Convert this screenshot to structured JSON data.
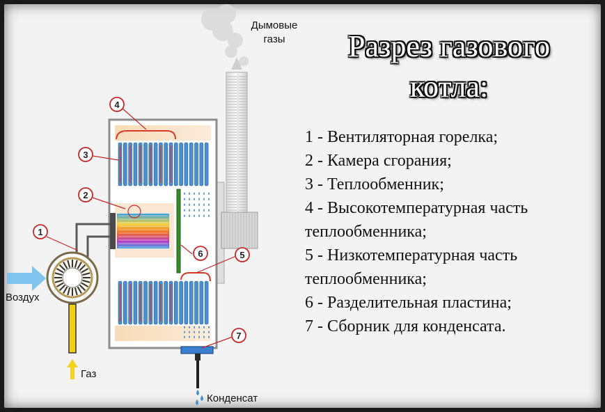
{
  "title": "Разрез газового котла:",
  "labels": {
    "smoke": "Дымовые газы",
    "air": "Воздух",
    "gas": "Газ",
    "condensate": "Конденсат"
  },
  "callouts": [
    "1",
    "2",
    "3",
    "4",
    "5",
    "6",
    "7"
  ],
  "legend": [
    "1 - Вентиляторная горелка;",
    "2 - Камера сгорания;",
    "3 - Теплообменник;",
    "4 - Высокотемпературная часть теплообменника;",
    "5 - Низкотемпературная часть теплообменника;",
    "6 - Разделительная пластина;",
    "7 - Сборник для конденсата."
  ],
  "colors": {
    "callout": "#c62828",
    "tube_blue": "#4a8fd0",
    "tube_red": "#d83a2a",
    "gas_line": "#f2d21a",
    "air_arrow": "#7fc4ef",
    "plate": "#3a8a2a"
  }
}
